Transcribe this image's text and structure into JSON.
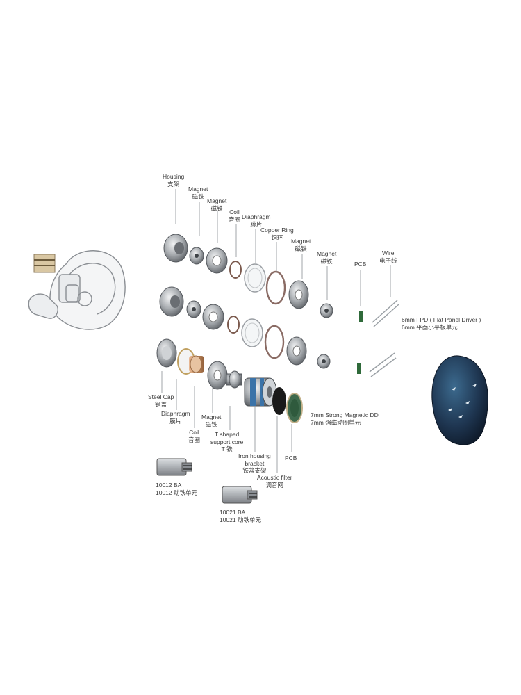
{
  "labels": {
    "housing": {
      "en": "Housing",
      "zh": "支架"
    },
    "magnet1": {
      "en": "Magnet",
      "zh": "磁铁"
    },
    "magnet2": {
      "en": "Magnet",
      "zh": "磁铁"
    },
    "coil_top": {
      "en": "Coil",
      "zh": "音圈"
    },
    "diaphragm_top": {
      "en": "Diaphragm",
      "zh": "膜片"
    },
    "copper_ring": {
      "en": "Copper Ring",
      "zh": "铜环"
    },
    "magnet3": {
      "en": "Magnet",
      "zh": "磁铁"
    },
    "magnet4": {
      "en": "Magnet",
      "zh": "磁铁"
    },
    "pcb_top": {
      "en": "PCB"
    },
    "wire": {
      "en": "Wire",
      "zh": "电子线"
    },
    "fpd": {
      "en": "6mm FPD ( Flat Panel Driver )",
      "zh": "6mm 平面小平板单元"
    },
    "steel_cap": {
      "en": "Steel Cap",
      "zh": "钢盖"
    },
    "diaphragm_bottom": {
      "en": "Diaphragm",
      "zh": "膜片"
    },
    "coil_bottom": {
      "en": "Coil",
      "zh": "音圈"
    },
    "magnet_bottom": {
      "en": "Magnet",
      "zh": "磁铁"
    },
    "t_core": {
      "en1": "T shaped",
      "en2": "support core",
      "zh": "T 铁"
    },
    "iron_housing": {
      "en1": "Iron housing",
      "en2": "bracket",
      "zh": "铁盆支架"
    },
    "acoustic_filter": {
      "en": "Acoustic filter",
      "zh": "调音网"
    },
    "pcb_bottom": {
      "en": "PCB"
    },
    "dd": {
      "en": "7mm Strong Magnetic DD",
      "zh": "7mm 强磁动圈单元"
    },
    "ba1": {
      "en": "10012 BA",
      "zh": "10012 动铁单元"
    },
    "ba2": {
      "en": "10021 BA",
      "zh": "10021 动铁单元"
    }
  },
  "colors": {
    "text": "#3a3a3a",
    "metal": "#a9adb1",
    "copper": "#c98f5e",
    "pcb": "#2f6a3a",
    "shell": "#1e3550",
    "dd_blue": "#3b73a8"
  }
}
